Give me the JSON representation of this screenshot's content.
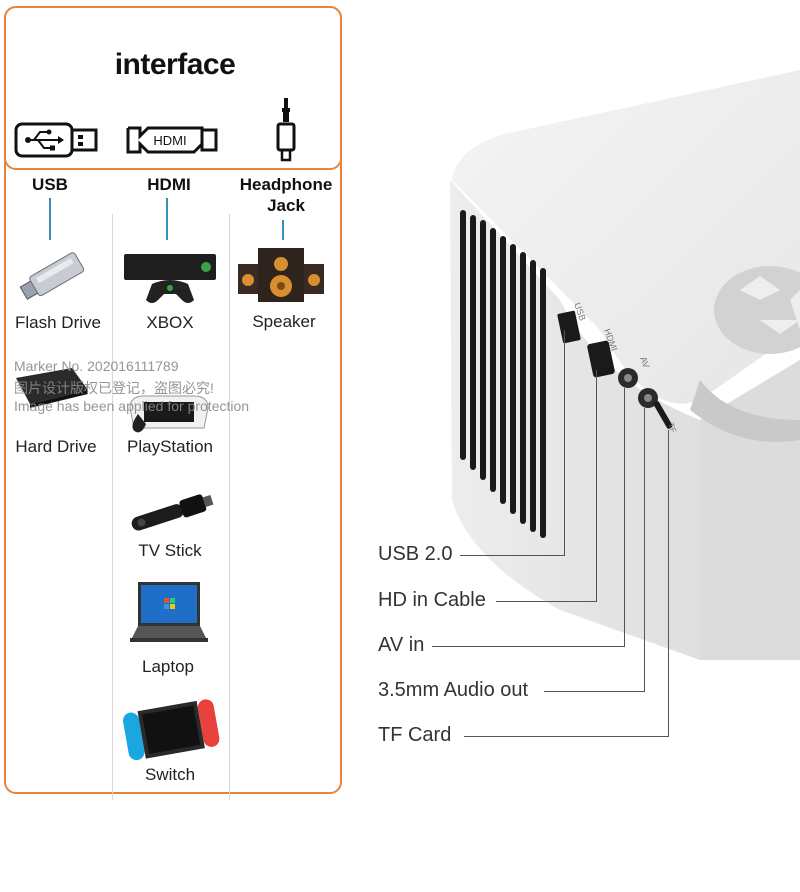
{
  "interface": {
    "title": "interface",
    "columns": [
      {
        "label": "USB",
        "icon": "usb-plug-icon"
      },
      {
        "label": "HDMI",
        "icon": "hdmi-plug-icon",
        "plug_text": "HDMI"
      },
      {
        "label": "Headphone\nJack",
        "icon": "headphone-jack-icon"
      }
    ]
  },
  "devices": {
    "usb": [
      {
        "label": "Flash Drive",
        "icon": "flash-drive-icon"
      },
      {
        "label": "Hard Drive",
        "icon": "hard-drive-icon"
      }
    ],
    "hdmi": [
      {
        "label": "XBOX",
        "icon": "xbox-icon"
      },
      {
        "label": "PlayStation",
        "icon": "playstation-icon"
      },
      {
        "label": "TV Stick",
        "icon": "tv-stick-icon"
      },
      {
        "label": "Laptop",
        "icon": "laptop-icon"
      },
      {
        "label": "Switch",
        "icon": "nintendo-switch-icon"
      }
    ],
    "jack": [
      {
        "label": "Speaker",
        "icon": "speaker-icon"
      }
    ]
  },
  "watermark": {
    "line1": "Marker No. 202016111789",
    "line2": "图片设计版权已登记，盗图必究!",
    "line3": "Image has been applied for protection"
  },
  "ports": [
    {
      "label": "USB 2.0"
    },
    {
      "label": "HD in Cable"
    },
    {
      "label": "AV in"
    },
    {
      "label": "3.5mm Audio out"
    },
    {
      "label": "TF Card"
    }
  ],
  "projector_port_labels": {
    "usb": "USB",
    "hdmi": "HDMI",
    "av": "AV",
    "tf": "TF"
  },
  "colors": {
    "accent": "#e8843c",
    "connector_line": "#3a8fb8"
  }
}
